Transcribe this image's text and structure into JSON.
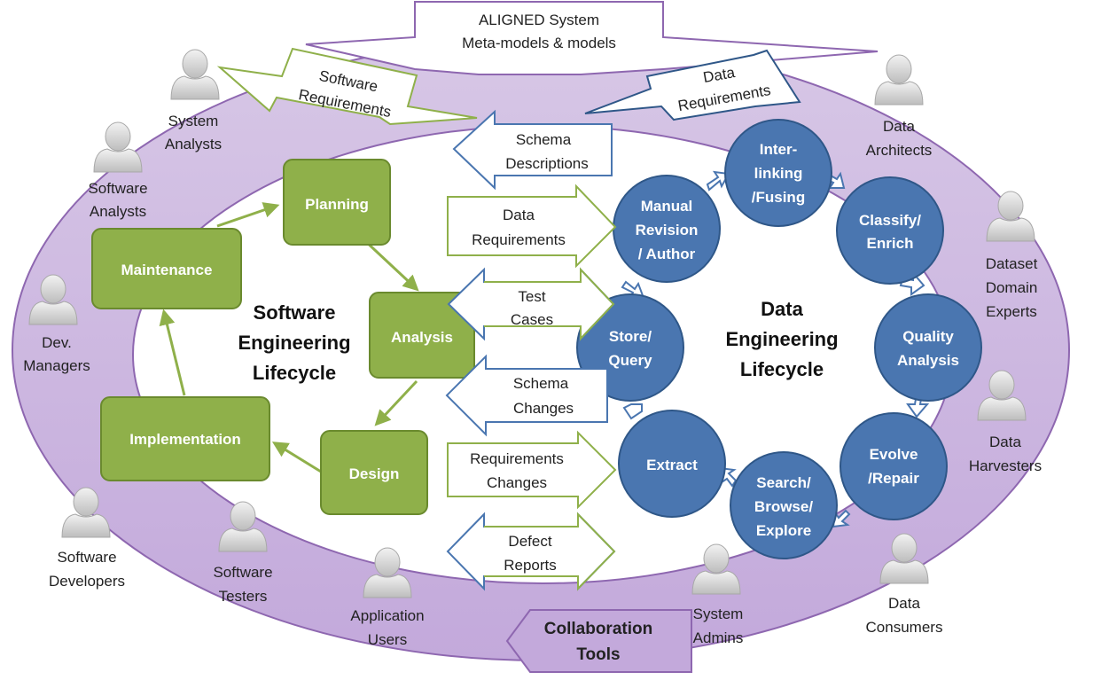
{
  "top_arrow": {
    "line1": "ALIGNED System",
    "line2": "Meta-models & models"
  },
  "software_requirements": {
    "line1": "Software",
    "line2": "Requirements"
  },
  "data_requirements_top": {
    "line1": "Data",
    "line2": "Requirements"
  },
  "collaboration_tools": {
    "line1": "Collaboration",
    "line2": "Tools"
  },
  "software_lifecycle": {
    "title": [
      "Software",
      "Engineering",
      "Lifecycle"
    ],
    "stages": {
      "planning": "Planning",
      "analysis": "Analysis",
      "design": "Design",
      "implementation": "Implementation",
      "maintenance": "Maintenance"
    }
  },
  "data_lifecycle": {
    "title": [
      "Data",
      "Engineering",
      "Lifecycle"
    ],
    "stages": {
      "interlinking": [
        "Inter-",
        "linking",
        "/Fusing"
      ],
      "classify": [
        "Classify/",
        "Enrich"
      ],
      "quality": [
        "Quality",
        "Analysis"
      ],
      "evolve": [
        "Evolve",
        "/Repair"
      ],
      "search": [
        "Search/",
        "Browse/",
        "Explore"
      ],
      "extract": [
        "Extract"
      ],
      "store": [
        "Store/",
        "Query"
      ],
      "manual": [
        "Manual",
        "Revision",
        "/ Author"
      ]
    }
  },
  "exchanges": {
    "schema_descriptions": [
      "Schema",
      "Descriptions"
    ],
    "data_requirements": [
      "Data",
      "Requirements"
    ],
    "test_cases": [
      "Test",
      "Cases"
    ],
    "schema_changes": [
      "Schema",
      "Changes"
    ],
    "requirements_changes": [
      "Requirements",
      "Changes"
    ],
    "defect_reports": [
      "Defect",
      "Reports"
    ]
  },
  "actors": {
    "system_analysts": [
      "System",
      "Analysts"
    ],
    "software_analysts": [
      "Software",
      "Analysts"
    ],
    "dev_managers": [
      "Dev.",
      "Managers"
    ],
    "software_developers": [
      "Software",
      "Developers"
    ],
    "software_testers": [
      "Software",
      "Testers"
    ],
    "application_users": [
      "Application",
      "Users"
    ],
    "system_admins": [
      "System",
      "Admins"
    ],
    "data_consumers": [
      "Data",
      "Consumers"
    ],
    "data_harvesters": [
      "Data",
      "Harvesters"
    ],
    "dataset_domain_experts": [
      "Dataset",
      "Domain",
      "Experts"
    ],
    "data_architects": [
      "Data",
      "Architects"
    ]
  },
  "colors": {
    "ring_fill": "#c9b3dd",
    "ring_stroke": "#8e67b0",
    "green_fill": "#8fb04a",
    "green_stroke": "#6a8a2e",
    "blue_fill": "#4a76b0",
    "blue_stroke": "#2f5788"
  }
}
